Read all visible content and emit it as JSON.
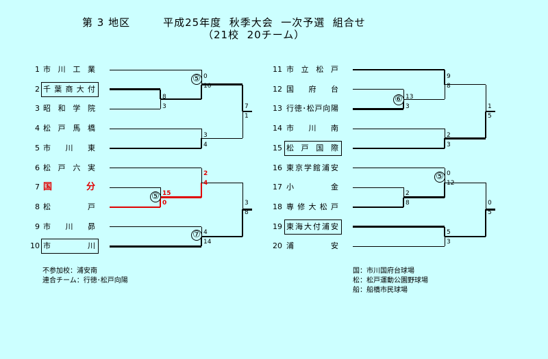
{
  "header": {
    "line1": "第 3 地区　　　平成25年度  秋季大会  一次予選  組合せ",
    "line2": "（21校  20チーム）"
  },
  "teams": [
    {
      "no": "1",
      "name": "市川工業"
    },
    {
      "no": "2",
      "name": "千葉商大付"
    },
    {
      "no": "3",
      "name": "昭和学院"
    },
    {
      "no": "4",
      "name": "松戸馬橋"
    },
    {
      "no": "5",
      "name": "市川東"
    },
    {
      "no": "6",
      "name": "松戸六実"
    },
    {
      "no": "7",
      "name": "国分"
    },
    {
      "no": "8",
      "name": "松戸"
    },
    {
      "no": "9",
      "name": "市川昴"
    },
    {
      "no": "10",
      "name": "市川"
    },
    {
      "no": "11",
      "name": "市立松戸"
    },
    {
      "no": "12",
      "name": "国府台"
    },
    {
      "no": "13",
      "name": "行徳･松戸向陽"
    },
    {
      "no": "14",
      "name": "市川南"
    },
    {
      "no": "15",
      "name": "松戸国際"
    },
    {
      "no": "16",
      "name": "東京学館浦安"
    },
    {
      "no": "17",
      "name": "小金"
    },
    {
      "no": "18",
      "name": "専修大松戸"
    },
    {
      "no": "19",
      "name": "東海大付浦安"
    },
    {
      "no": "20",
      "name": "浦安"
    }
  ],
  "scores": {
    "s2": "8",
    "s3": "3",
    "s1": "0",
    "s23": "10",
    "s4": "3",
    "s5": "4",
    "s1235": "7",
    "s45": "1",
    "s7": "15",
    "s8": "0",
    "s6": "2",
    "s78": "4",
    "s9": "4",
    "s10": "14",
    "s678": "3",
    "s910": "8",
    "s12": "13",
    "s13": "3",
    "s11": "9",
    "s1213": "8",
    "s14": "2",
    "s15": "3",
    "s1113": "1",
    "s1415": "5",
    "s17": "2",
    "s18": "8",
    "s16": "0",
    "s1718": "12",
    "s19": "5",
    "s20": "3",
    "s1618": "0",
    "s1920": "5"
  },
  "venues": {
    "v1": "⑤",
    "v2": "⑥",
    "v3": "⑤",
    "v4": "⑤",
    "v5": "⑦"
  },
  "notes_left": {
    "nonpart": "不参加校：浦安南",
    "combined": "連合チーム：行徳･松戸向陽"
  },
  "notes_right": {
    "k": "国：市川国府台球場",
    "m": "松：松戸運動公園野球場",
    "f": "船：船橋市民球場"
  },
  "colors": {
    "winner_path": "#e00000",
    "background": "#ccffff"
  }
}
